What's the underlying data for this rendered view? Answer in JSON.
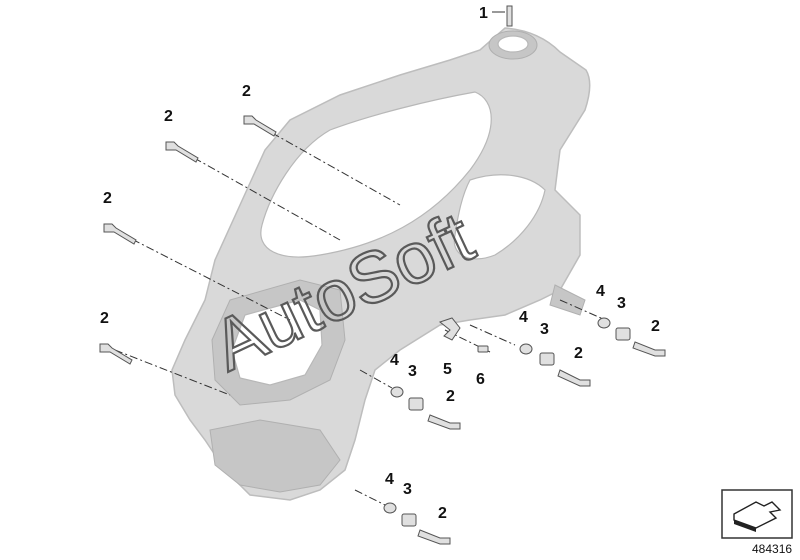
{
  "diagram": {
    "part_number": "484316",
    "watermark": "AutoSoft",
    "callouts": [
      {
        "id": "c1",
        "label": "1"
      },
      {
        "id": "c2a",
        "label": "2"
      },
      {
        "id": "c2b",
        "label": "2"
      },
      {
        "id": "c2c",
        "label": "2"
      },
      {
        "id": "c2d",
        "label": "2"
      },
      {
        "id": "c2e",
        "label": "2"
      },
      {
        "id": "c2f",
        "label": "2"
      },
      {
        "id": "c2g",
        "label": "2"
      },
      {
        "id": "c2h",
        "label": "2"
      },
      {
        "id": "c3a",
        "label": "3"
      },
      {
        "id": "c3b",
        "label": "3"
      },
      {
        "id": "c3c",
        "label": "3"
      },
      {
        "id": "c3d",
        "label": "3"
      },
      {
        "id": "c4a",
        "label": "4"
      },
      {
        "id": "c4b",
        "label": "4"
      },
      {
        "id": "c4c",
        "label": "4"
      },
      {
        "id": "c4d",
        "label": "4"
      },
      {
        "id": "c5",
        "label": "5"
      },
      {
        "id": "c6",
        "label": "6"
      }
    ],
    "icons": {
      "nav": "next-arrow-icon"
    }
  }
}
